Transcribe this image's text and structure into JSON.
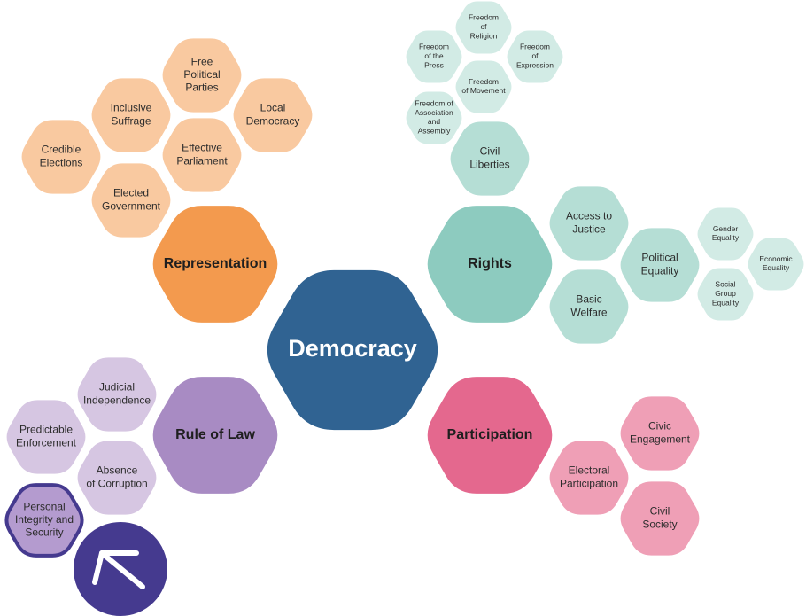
{
  "colors": {
    "center": "#306392",
    "representation_main": "#f39a4e",
    "representation_sub": "#f9c9a0",
    "rights_main": "#8dcbbf",
    "rights_sub": "#b5ded5",
    "rights_leaf": "#d2ebe5",
    "law_main": "#a88bc3",
    "law_sub": "#d6c6e2",
    "law_highlight": "#b49bcf",
    "law_highlight_border": "#453a8f",
    "participation_main": "#e4688e",
    "participation_sub": "#ef9fb6",
    "arrow_button": "#453a8f",
    "text_dark": "#2c2c2c",
    "text_light": "#ffffff"
  },
  "center": {
    "label": "Democracy"
  },
  "branches": [
    {
      "id": "representation",
      "label": "Representation",
      "children": [
        "Credible Elections",
        "Inclusive Suffrage",
        "Free Political Parties",
        "Local Democracy",
        "Effective Parliament",
        "Elected Government"
      ]
    },
    {
      "id": "rights",
      "label": "Rights",
      "children": [
        {
          "label": "Civil Liberties",
          "children": [
            "Freedom of Religion",
            "Freedom of the Press",
            "Freedom of Expression",
            "Freedom of Movement",
            "Freedom of Association and Assembly"
          ]
        },
        {
          "label": "Access to Justice"
        },
        {
          "label": "Political Equality",
          "children": [
            "Gender Equality",
            "Economic Equality",
            "Social Group Equality"
          ]
        },
        {
          "label": "Basic Welfare"
        }
      ]
    },
    {
      "id": "rule_of_law",
      "label": "Rule of Law",
      "children": [
        "Judicial Independence",
        "Predictable Enforcement",
        "Absence of Corruption",
        "Personal Integrity and Security"
      ]
    },
    {
      "id": "participation",
      "label": "Participation",
      "children": [
        "Civic Engagement",
        "Electoral Participation",
        "Civil Society"
      ]
    }
  ],
  "arrow_button": {
    "icon": "arrow-up-left-icon"
  }
}
